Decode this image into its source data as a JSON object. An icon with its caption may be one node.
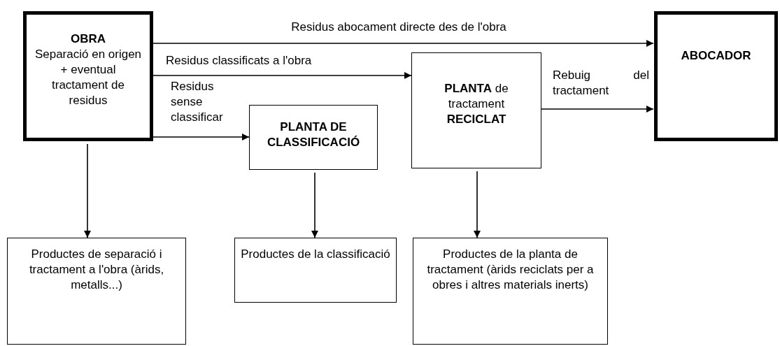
{
  "diagram": {
    "nodes": [
      {
        "text": [
          "OBRA",
          "Separació en origen + eventual tractament de residus"
        ]
      },
      {
        "text": [
          "ABOCADOR"
        ]
      },
      {
        "text": [
          "**PLANTA** de tractament **RECICLAT**"
        ]
      },
      {
        "text": [
          "PLANTA DE CLASSIFICACIÓ"
        ]
      },
      {
        "text": [
          "Productes de separació i tractament a l'obra (àrids, metalls...)"
        ]
      },
      {
        "text": [
          "Productes de la classificació"
        ]
      },
      {
        "text": [
          "Productes de la planta de tractament (àrids reciclats per a obres i altres materials inerts)"
        ]
      }
    ],
    "edges": [
      {
        "from": 0,
        "to": 1,
        "arrow": "to",
        "label": "Residus abocament directe des de l'obra"
      },
      {
        "from": 0,
        "to": 2,
        "arrow": "to",
        "label": "Residus classificats a l'obra"
      },
      {
        "from": 0,
        "to": 3,
        "arrow": "to",
        "label": "Residus sense classificar"
      },
      {
        "from": 2,
        "to": 1,
        "arrow": "to",
        "label": "Rebuig del tractament"
      },
      {
        "from": 0,
        "to": 4,
        "arrow": "to"
      },
      {
        "from": 3,
        "to": 5,
        "arrow": "to"
      },
      {
        "from": 2,
        "to": 6,
        "arrow": "to"
      }
    ]
  }
}
